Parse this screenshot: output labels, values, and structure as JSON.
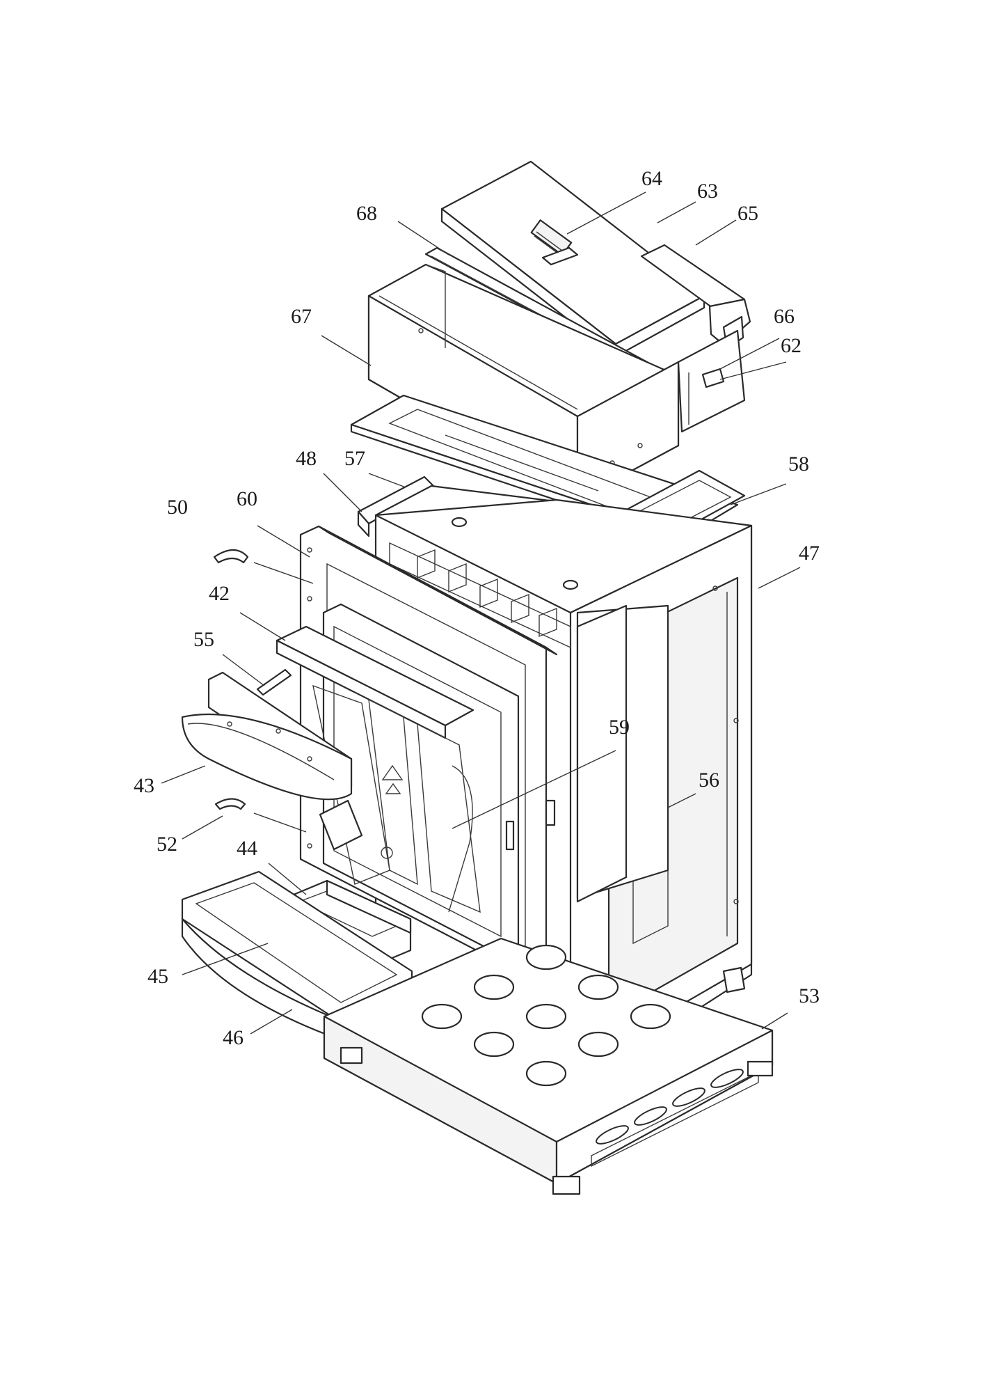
{
  "diagram": {
    "labels": [
      {
        "id": "64",
        "text": "64"
      },
      {
        "id": "63",
        "text": "63"
      },
      {
        "id": "65",
        "text": "65"
      },
      {
        "id": "68",
        "text": "68"
      },
      {
        "id": "67",
        "text": "67"
      },
      {
        "id": "66",
        "text": "66"
      },
      {
        "id": "62",
        "text": "62"
      },
      {
        "id": "48",
        "text": "48"
      },
      {
        "id": "57",
        "text": "57"
      },
      {
        "id": "58",
        "text": "58"
      },
      {
        "id": "50",
        "text": "50"
      },
      {
        "id": "60",
        "text": "60"
      },
      {
        "id": "47",
        "text": "47"
      },
      {
        "id": "42",
        "text": "42"
      },
      {
        "id": "55",
        "text": "55"
      },
      {
        "id": "59",
        "text": "59"
      },
      {
        "id": "43",
        "text": "43"
      },
      {
        "id": "56",
        "text": "56"
      },
      {
        "id": "52",
        "text": "52"
      },
      {
        "id": "44",
        "text": "44"
      },
      {
        "id": "45",
        "text": "45"
      },
      {
        "id": "53",
        "text": "53"
      },
      {
        "id": "46",
        "text": "46"
      }
    ]
  }
}
